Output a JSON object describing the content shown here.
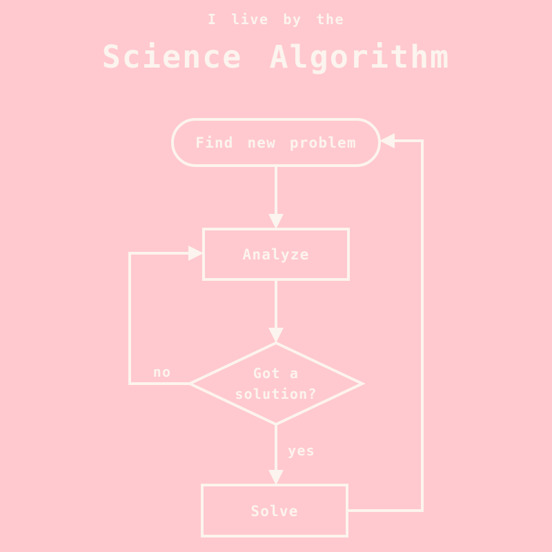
{
  "title": {
    "line1": "I live by the",
    "line2": "Science Algorithm"
  },
  "colors": {
    "background": "#ffc9cf",
    "stroke": "#fcf4ee"
  },
  "flowchart": {
    "nodes": [
      {
        "id": "find-new-problem",
        "shape": "rounded-rectangle",
        "label": "Find new problem"
      },
      {
        "id": "analyze",
        "shape": "rectangle",
        "label": "Analyze"
      },
      {
        "id": "got-a-solution",
        "shape": "diamond",
        "label_line1": "Got a",
        "label_line2": "solution?"
      },
      {
        "id": "solve",
        "shape": "rectangle",
        "label": "Solve"
      }
    ],
    "edges": [
      {
        "from": "find-new-problem",
        "to": "analyze",
        "label": ""
      },
      {
        "from": "analyze",
        "to": "got-a-solution",
        "label": ""
      },
      {
        "from": "got-a-solution",
        "to": "analyze",
        "label": "no"
      },
      {
        "from": "got-a-solution",
        "to": "solve",
        "label": "yes"
      },
      {
        "from": "solve",
        "to": "find-new-problem",
        "label": ""
      }
    ]
  }
}
